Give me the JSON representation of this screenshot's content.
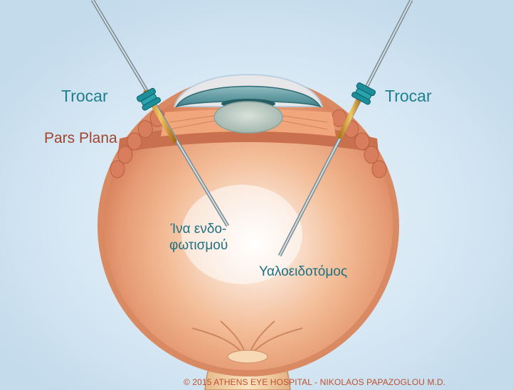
{
  "labels": {
    "trocar_left": "Trocar",
    "trocar_right": "Trocar",
    "pars_plana": "Pars Plana",
    "endoilluminator_line1": "Ίνα ενδο-",
    "endoilluminator_line2": "φωτισμού",
    "vitrector": "Υαλοειδοτόμος"
  },
  "copyright": "© 2015 ATHENS EYE HOSPITAL - NIKOLAOS PAPAZOGLOU M.D.",
  "colors": {
    "background_blue": "#cfe2f1",
    "eye_peach": "#f1b58e",
    "iris_teal": "#4f8f97",
    "trocar_teal": "#1d8f9a",
    "label_teal": "#1f7f8c",
    "label_brown": "#a0462e"
  }
}
